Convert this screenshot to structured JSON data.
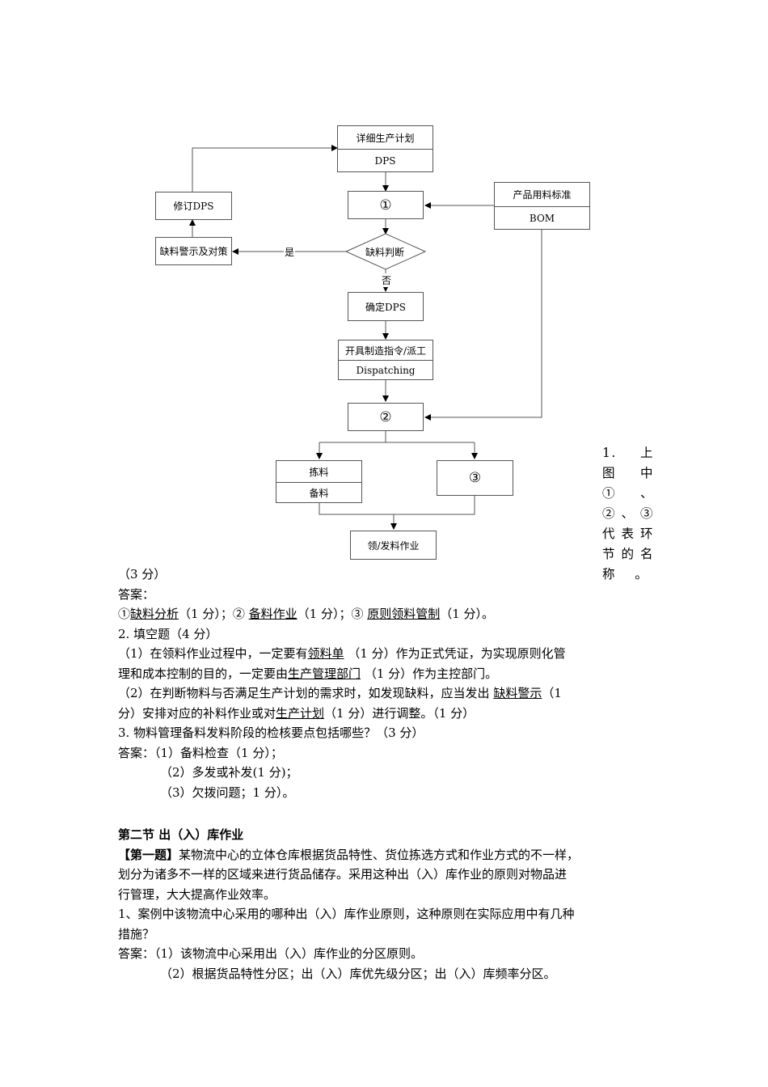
{
  "diagram": {
    "dps_top": "详细生产计划",
    "dps_bottom": "DPS",
    "revise": "修订DPS",
    "node1": "①",
    "bom_top": "产品用料标准",
    "bom_bottom": "BOM",
    "warning": "缺料警示及对策",
    "judge": "缺料判断",
    "yes": "是",
    "no": "否",
    "confirm": "确定DPS",
    "dispatch_top": "开具制造指令/派工",
    "dispatch_bottom": "Dispatching",
    "node2": "②",
    "pick_top": "拣料",
    "pick_bottom": "备料",
    "node3": "③",
    "issue": "领/发料作业"
  },
  "side_question": "1. 上 图 中 ①、②、③ 代 表 环 节 的 名 称　 。",
  "q1": {
    "score": "（3 分）",
    "answer_label": "答案：",
    "a1_mark": "①",
    "a1": "缺料分析",
    "a1_score": "（1 分）；②",
    "a2": "备料作业",
    "a2_score": "（1 分）；③",
    "a3": "原则领料管制",
    "a3_score": "（1 分）。"
  },
  "q2": {
    "title": "2. 填空题（4 分）",
    "l1_pre": "（1）在领料作业过程中，一定要有",
    "l1_blank": "领料单",
    "l1_post": "（1 分）作为正式凭证，为实现原则化管",
    "l2_pre": "理和成本控制的目的，一定要由",
    "l2_blank": "生产管理部门",
    "l2_post": "（1 分）作为主控部门。",
    "l3_pre": "（2）在判断物料与否满足生产计划的需求时，如发现缺料，应当发出",
    "l3_blank": "缺料警示",
    "l3_post": "（1",
    "l4_pre": "分）安排对应的补料作业或对",
    "l4_blank": "生产计划",
    "l4_post": "（1 分）进行调整。（1 分）"
  },
  "q3": {
    "title": "3. 物料管理备料发料阶段的检核要点包括哪些？（3 分）",
    "a_label": "答案：",
    "a1": "（1）备料检查（1 分）；",
    "a2": "（2）多发或补发(1 分)；",
    "a3": "（3）欠拨问题；1 分）。"
  },
  "section": {
    "title": "第二节 出（入）库作业",
    "tag": "【第一题】",
    "p1": "某物流中心的立体仓库根据货品特性、货位拣选方式和作业方式的不一样，",
    "p2": "划分为诸多不一样的区域来进行货品储存。采用这种出（入）库作业的原则对物品进",
    "p3": "行管理，大大提高作业效率。",
    "q1a": "1、案例中该物流中心采用的哪种出（入）库作业原则，这种原则在实际应用中有几种",
    "q1b": "措施？",
    "ans_label": "答案：",
    "ans1": "（1）该物流中心采用出（入）库作业的分区原则。",
    "ans2": "（2）根据货品特性分区；出（入）库优先级分区；出（入）库频率分区。"
  }
}
